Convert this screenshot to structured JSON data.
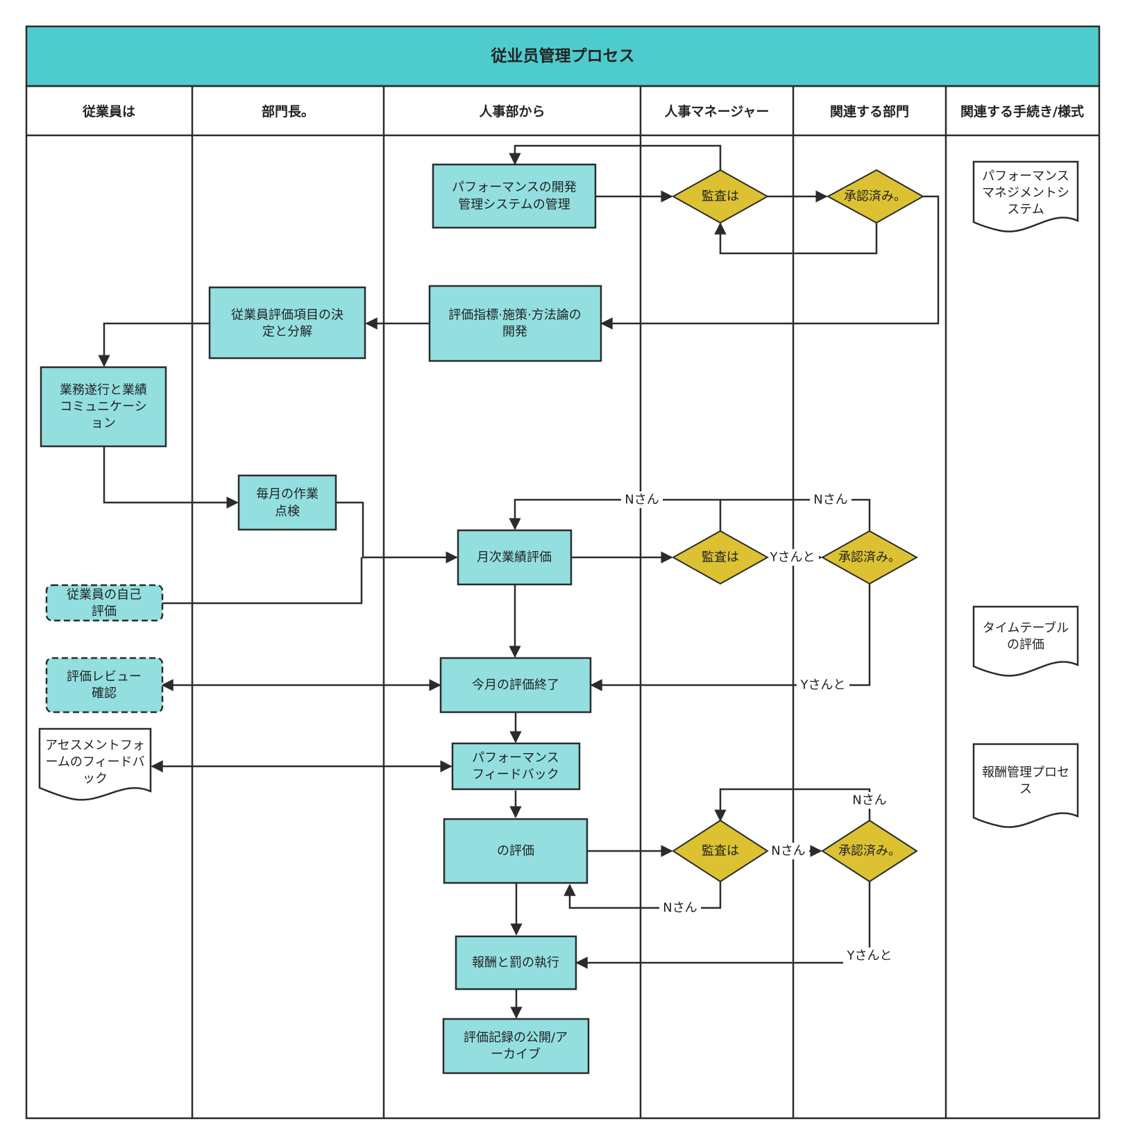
{
  "title": "従业员管理プロセス",
  "colors": {
    "header": "#4ecbcd",
    "process": "#93dfe0",
    "decision": "#dcc232",
    "line": "#2b2b2b"
  },
  "lanes": [
    "従業員は",
    "部門長。",
    "人事部から",
    "人事マネージャー",
    "関連する部門",
    "関連する手続き/様式"
  ],
  "nodes": {
    "n1": [
      "パフォーマンスの開発",
      "管理システムの管理"
    ],
    "d1": [
      "監査は"
    ],
    "a1": [
      "承認済み。"
    ],
    "n2": [
      "評価指標·施策·方法論の",
      "開発"
    ],
    "n3": [
      "従業員評価項目の決",
      "定と分解"
    ],
    "n4": [
      "業務遂行と業績",
      "コミュニケーシ",
      "ョン"
    ],
    "n5": [
      "毎月の作業",
      "点検"
    ],
    "n6": [
      "月次業績評価"
    ],
    "d2": [
      "監査は"
    ],
    "a2": [
      "承認済み。"
    ],
    "n7": [
      "従業員の自己",
      "評価"
    ],
    "n8": [
      "今月の評価終了"
    ],
    "n9": [
      "評価レビュー",
      "確認"
    ],
    "n10": [
      "パフォーマンス",
      "フィードバック"
    ],
    "n11": [
      "アセスメントフォ",
      "ームのフィードバ",
      "ック"
    ],
    "n12": [
      "の評価"
    ],
    "d3": [
      "監査は"
    ],
    "a3": [
      "承認済み。"
    ],
    "n13": [
      "報酬と罰の執行"
    ],
    "n14": [
      "評価記録の公開/ア",
      "ーカイブ"
    ],
    "doc1": [
      "パフォーマンス",
      "マネジメントシ",
      "ステム"
    ],
    "doc2": [
      "タイムテーブル",
      "の評価"
    ],
    "doc3": [
      "報酬管理プロセ",
      "ス"
    ]
  },
  "edge_labels": {
    "e_d2_n6": "Nさん",
    "e_a2_n6": "Nさん",
    "e_d2_a2": "Yさんと",
    "e_a2_n8": "Yさんと",
    "e_a3_d3": "Nさん",
    "e_d3_a3": "Nさん",
    "e_d3_n12": "Nさん",
    "e_a3_n13": "Yさんと"
  }
}
